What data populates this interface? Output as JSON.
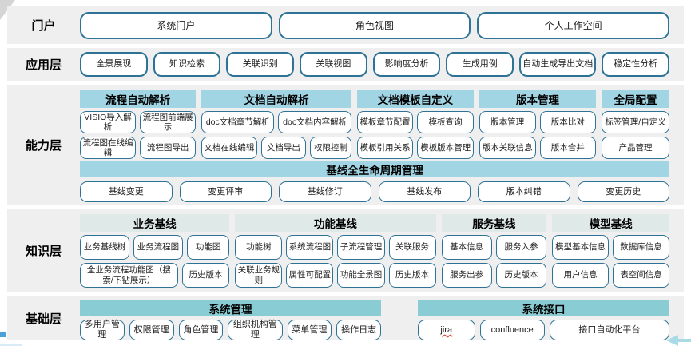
{
  "colors": {
    "band_background": "#efefef",
    "header_blue": "#a2d5e4",
    "header_pale_green": "#dfe9e7",
    "header_teal": "#8accd3",
    "box_border": "#2e7396",
    "accent_arrow": "#a9dbe7"
  },
  "portal": {
    "label": "门户",
    "items": [
      "系统门户",
      "角色视图",
      "个人工作空间"
    ]
  },
  "application": {
    "label": "应用层",
    "items": [
      "全景展现",
      "知识检索",
      "关联识别",
      "关联视图",
      "影响度分析",
      "生成用例",
      "自动生成导出文档",
      "稳定性分析"
    ]
  },
  "capability": {
    "label": "能力层",
    "groups": [
      {
        "header": "流程自动解析",
        "rows": [
          [
            "VISIO导入解析",
            "流程图前端展示"
          ],
          [
            "流程图在线编辑",
            "流程图导出"
          ]
        ]
      },
      {
        "header": "文档自动解析",
        "rows": [
          [
            "doc文档章节解析",
            "doc文档内容解析"
          ],
          [
            "文档在线编辑",
            "文档导出",
            "权限控制"
          ]
        ]
      },
      {
        "header": "文档模板自定义",
        "rows": [
          [
            "模板章节配置",
            "模板查询"
          ],
          [
            "模板引用关系",
            "模板版本管理"
          ]
        ]
      },
      {
        "header": "版本管理",
        "rows": [
          [
            "版本管理",
            "版本比对"
          ],
          [
            "版本关联信息",
            "版本合并"
          ]
        ]
      },
      {
        "header": "全局配置",
        "rows": [
          [
            "标签管理/自定义"
          ],
          [
            "产品管理"
          ]
        ]
      }
    ],
    "baseline": {
      "header": "基线全生命周期管理",
      "items": [
        "基线变更",
        "变更评审",
        "基线修订",
        "基线发布",
        "版本纠错",
        "变更历史"
      ]
    }
  },
  "knowledge": {
    "label": "知识层",
    "groups": [
      {
        "header": "业务基线",
        "rows": [
          [
            "业务基线树",
            "业务流程图",
            "功能图"
          ],
          [
            "全业务流程功能图（搜索/下钻展示）",
            "历史版本"
          ]
        ]
      },
      {
        "header": "功能基线",
        "rows": [
          [
            "功能树",
            "系统流程图",
            "子流程管理",
            "关联服务"
          ],
          [
            "关联业务规则",
            "属性可配置",
            "功能全景图",
            "历史版本"
          ]
        ]
      },
      {
        "header": "服务基线",
        "rows": [
          [
            "基本信息",
            "服务入参"
          ],
          [
            "服务出参",
            "历史版本"
          ]
        ]
      },
      {
        "header": "模型基线",
        "rows": [
          [
            "模型基本信息",
            "数据库信息"
          ],
          [
            "用户信息",
            "表空间信息"
          ]
        ]
      }
    ]
  },
  "foundation": {
    "label": "基础层",
    "groups": [
      {
        "header": "系统管理",
        "items": [
          "多用户管理",
          "权限管理",
          "角色管理",
          "组织机构管理",
          "菜单管理",
          "操作日志"
        ]
      },
      {
        "header": "系统接口",
        "items": [
          "jira",
          "confluence",
          "接口自动化平台"
        ]
      }
    ]
  }
}
